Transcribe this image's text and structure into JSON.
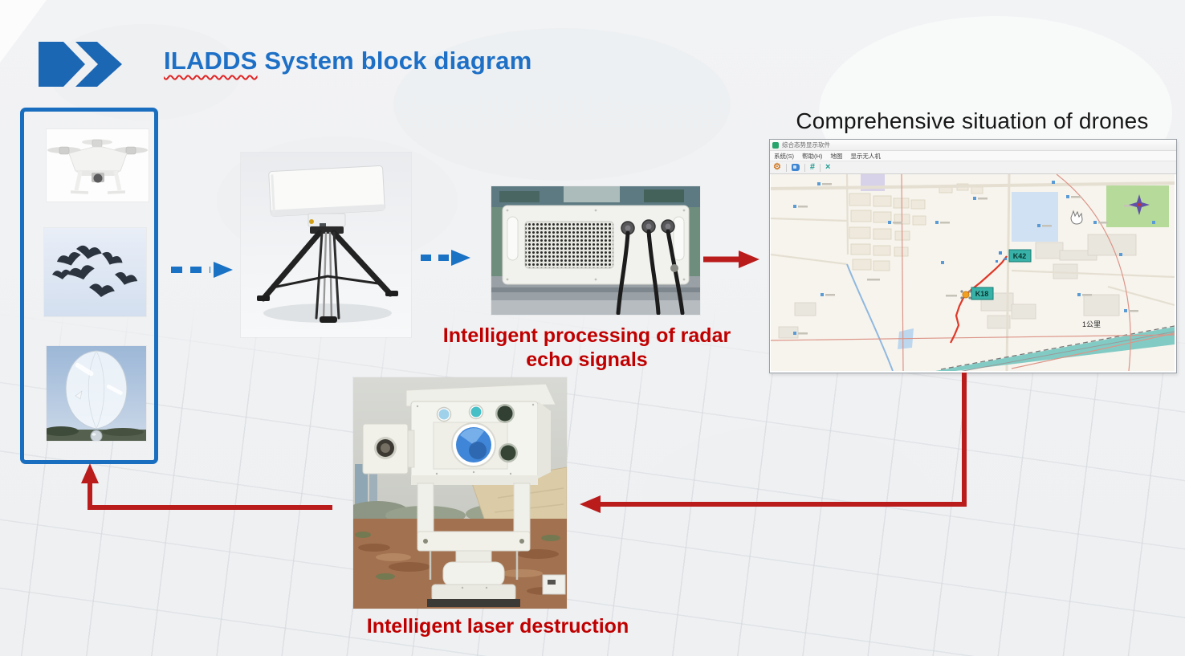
{
  "header": {
    "title_accent": "ILADDS",
    "title_rest": " System block diagram"
  },
  "flow": {
    "radar_caption": "Intelligent processing of radar echo signals",
    "laser_caption": "Intelligent laser destruction",
    "map_caption": "Comprehensive situation of drones"
  },
  "targets": {
    "items": [
      {
        "name": "drone"
      },
      {
        "name": "bird flock"
      },
      {
        "name": "balloon"
      }
    ]
  },
  "map_window": {
    "title": "综合态势显示软件",
    "menu": [
      "系统(S)",
      "帮助(H)",
      "地图",
      "显示无人机"
    ],
    "toolbar": {
      "gear_glyph": "⚙",
      "adjust_glyph": "#",
      "close_glyph": "×"
    },
    "scale_label": "1公里",
    "track_labels": [
      "K42",
      "K18"
    ]
  },
  "colors": {
    "accent_blue": "#1a6ebf",
    "title_blue": "#1d70c6",
    "caption_red": "#c00000",
    "arrow_red": "#ba1c1c",
    "track_label_teal": "#38b2a8"
  }
}
